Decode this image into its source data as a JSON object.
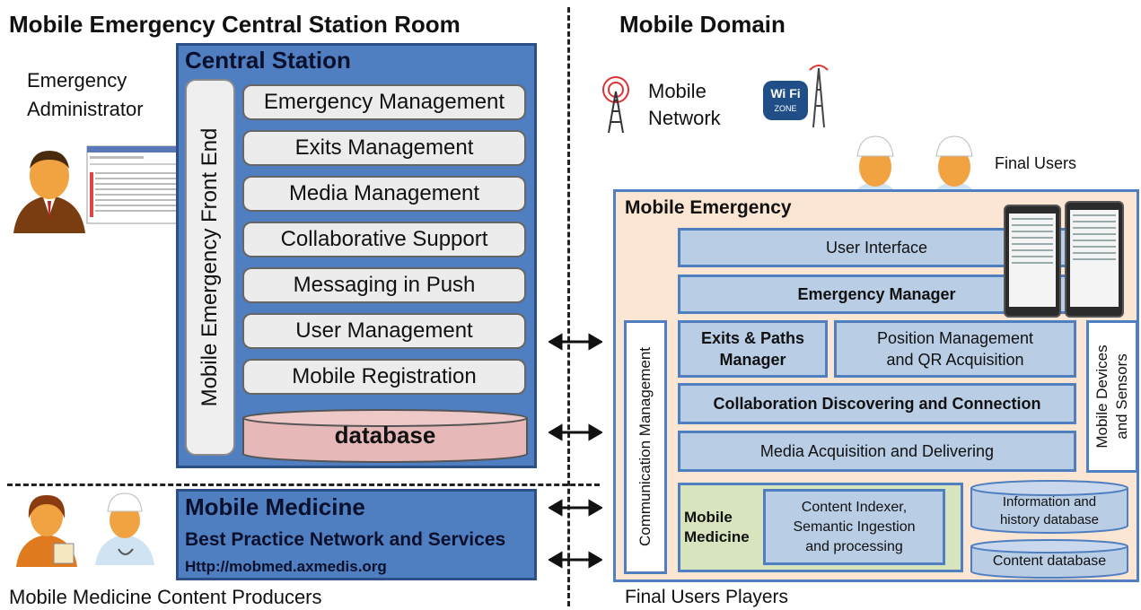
{
  "left_title": "Mobile Emergency Central Station Room",
  "right_title": "Mobile Domain",
  "admin": {
    "line1": "Emergency",
    "line2": "Administrator"
  },
  "central_station": {
    "title": "Central Station",
    "front_end": "Mobile Emergency Front End",
    "services": [
      "Emergency Management",
      "Exits Management",
      "Media Management",
      "Collaborative Support",
      "Messaging in Push",
      "User Management",
      "Mobile Registration"
    ],
    "database": "database"
  },
  "mobile_medicine": {
    "title": "Mobile Medicine",
    "subtitle": "Best Practice Network and Services",
    "url": "Http://mobmed.axmedis.org"
  },
  "producers_label": "Mobile Medicine Content Producers",
  "network": {
    "mobile_line1": "Mobile",
    "mobile_line2": "Network",
    "wifi": "Wi Fi",
    "wifi_zone": "ZONE"
  },
  "final_users": "Final Users",
  "final_users_players": "Final Users  Players",
  "mobile_emergency": {
    "title": "Mobile Emergency",
    "user_interface": "User Interface",
    "emergency_manager": "Emergency Manager",
    "communication_management": "Communication  Management",
    "exits_paths_line1": "Exits & Paths",
    "exits_paths_line2": "Manager",
    "position_line1": "Position Management",
    "position_line2": "and QR Acquisition",
    "collaboration": "Collaboration  Discovering and Connection",
    "media_acquisition": "Media Acquisition and Delivering",
    "devices_line1": "Mobile Devices",
    "devices_line2": "and Sensors",
    "mobile_medicine_line1": "Mobile",
    "mobile_medicine_line2": "Medicine",
    "indexer_line1": "Content Indexer,",
    "indexer_line2": "Semantic Ingestion",
    "indexer_line3": "and processing",
    "info_db_line1": "Information and",
    "info_db_line2": "history database",
    "content_db": "Content database"
  },
  "colors": {
    "blue": "#4f7fc0",
    "light_blue": "#b9cde5",
    "peach": "#fbe6d3",
    "green": "#d7e4bd",
    "db_pink": "#e6b9b8"
  }
}
